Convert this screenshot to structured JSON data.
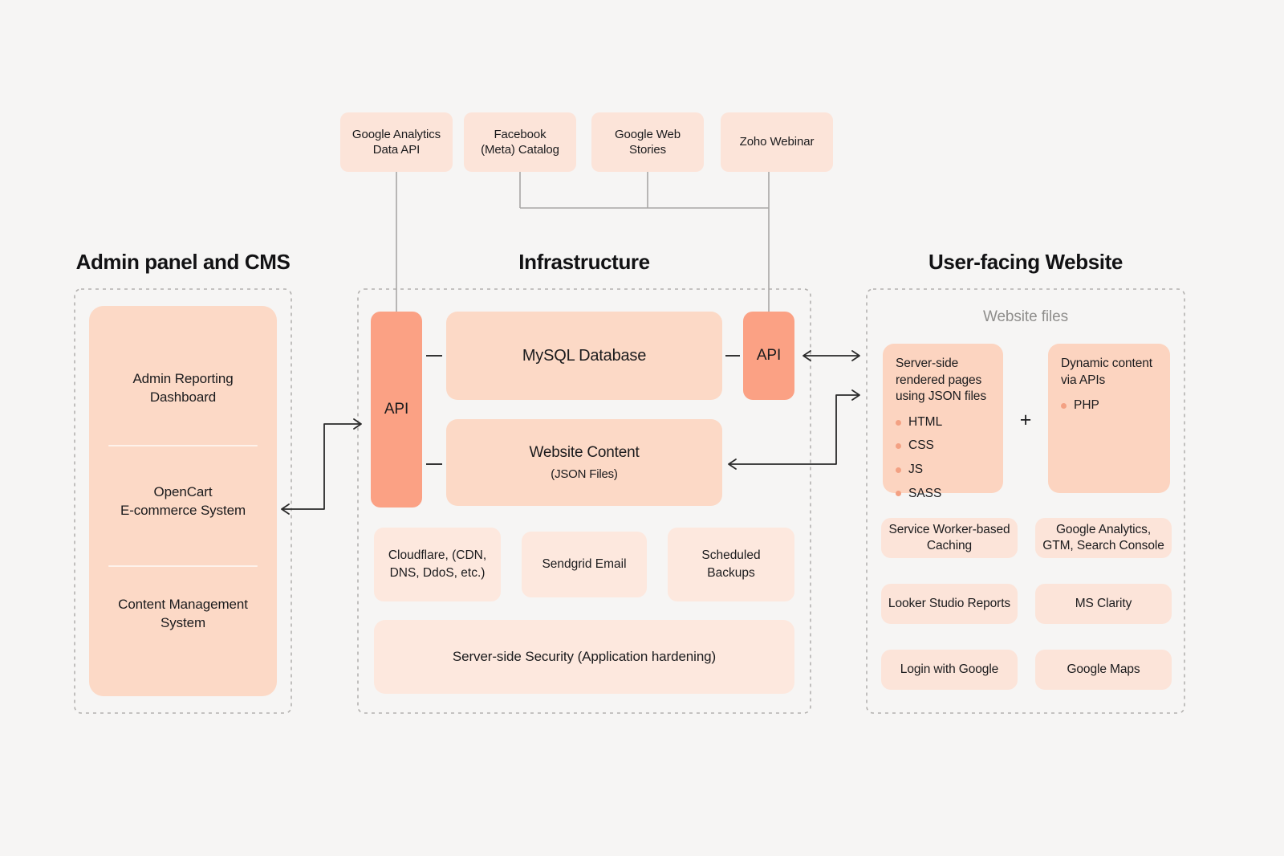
{
  "colors": {
    "background": "#f6f5f4",
    "box_light": "#fce4d9",
    "box_lighter": "#fde8de",
    "box_medium": "#fcd9c6",
    "box_card": "#fcd4c0",
    "box_accent": "#fba184",
    "bullet_dot": "#f3a183",
    "text_dark": "#1b1b1d",
    "text_gray": "#8f8e8c",
    "dashed_border": "#b4b2b0",
    "connector_gray": "#a8a7a5",
    "connector_dark": "#2a2a2a"
  },
  "external_services": [
    {
      "label": "Google Analytics\nData API"
    },
    {
      "label": "Facebook\n(Meta) Catalog"
    },
    {
      "label": "Google Web\nStories"
    },
    {
      "label": "Zoho Webinar"
    }
  ],
  "admin_panel": {
    "title": "Admin panel and CMS",
    "items": [
      {
        "label": "Admin Reporting\nDashboard"
      },
      {
        "label": "OpenCart\nE-commerce System"
      },
      {
        "label": "Content Management\nSystem"
      }
    ]
  },
  "infrastructure": {
    "title": "Infrastructure",
    "api_left_label": "API",
    "api_right_label": "API",
    "mysql_label": "MySQL Database",
    "website_content_title": "Website Content",
    "website_content_subtitle": "(JSON Files)",
    "services": [
      {
        "label": "Cloudflare, (CDN,\nDNS, DdoS, etc.)"
      },
      {
        "label": "Sendgrid Email"
      },
      {
        "label": "Scheduled\nBackups"
      }
    ],
    "security_label": "Server-side Security (Application hardening)"
  },
  "user_website": {
    "title": "User-facing Website",
    "group_label": "Website files",
    "plus_sign": "+",
    "cards": [
      {
        "heading": "Server-side\nrendered pages\nusing JSON files",
        "bullets": [
          "HTML",
          "CSS",
          "JS",
          "SASS"
        ]
      },
      {
        "heading": "Dynamic content\nvia APIs",
        "bullets": [
          "PHP"
        ]
      }
    ],
    "features": [
      {
        "label": "Service Worker-based\nCaching"
      },
      {
        "label": "Google Analytics,\nGTM, Search Console"
      },
      {
        "label": "Looker Studio Reports"
      },
      {
        "label": "MS Clarity"
      },
      {
        "label": "Login with Google"
      },
      {
        "label": "Google Maps"
      }
    ]
  }
}
